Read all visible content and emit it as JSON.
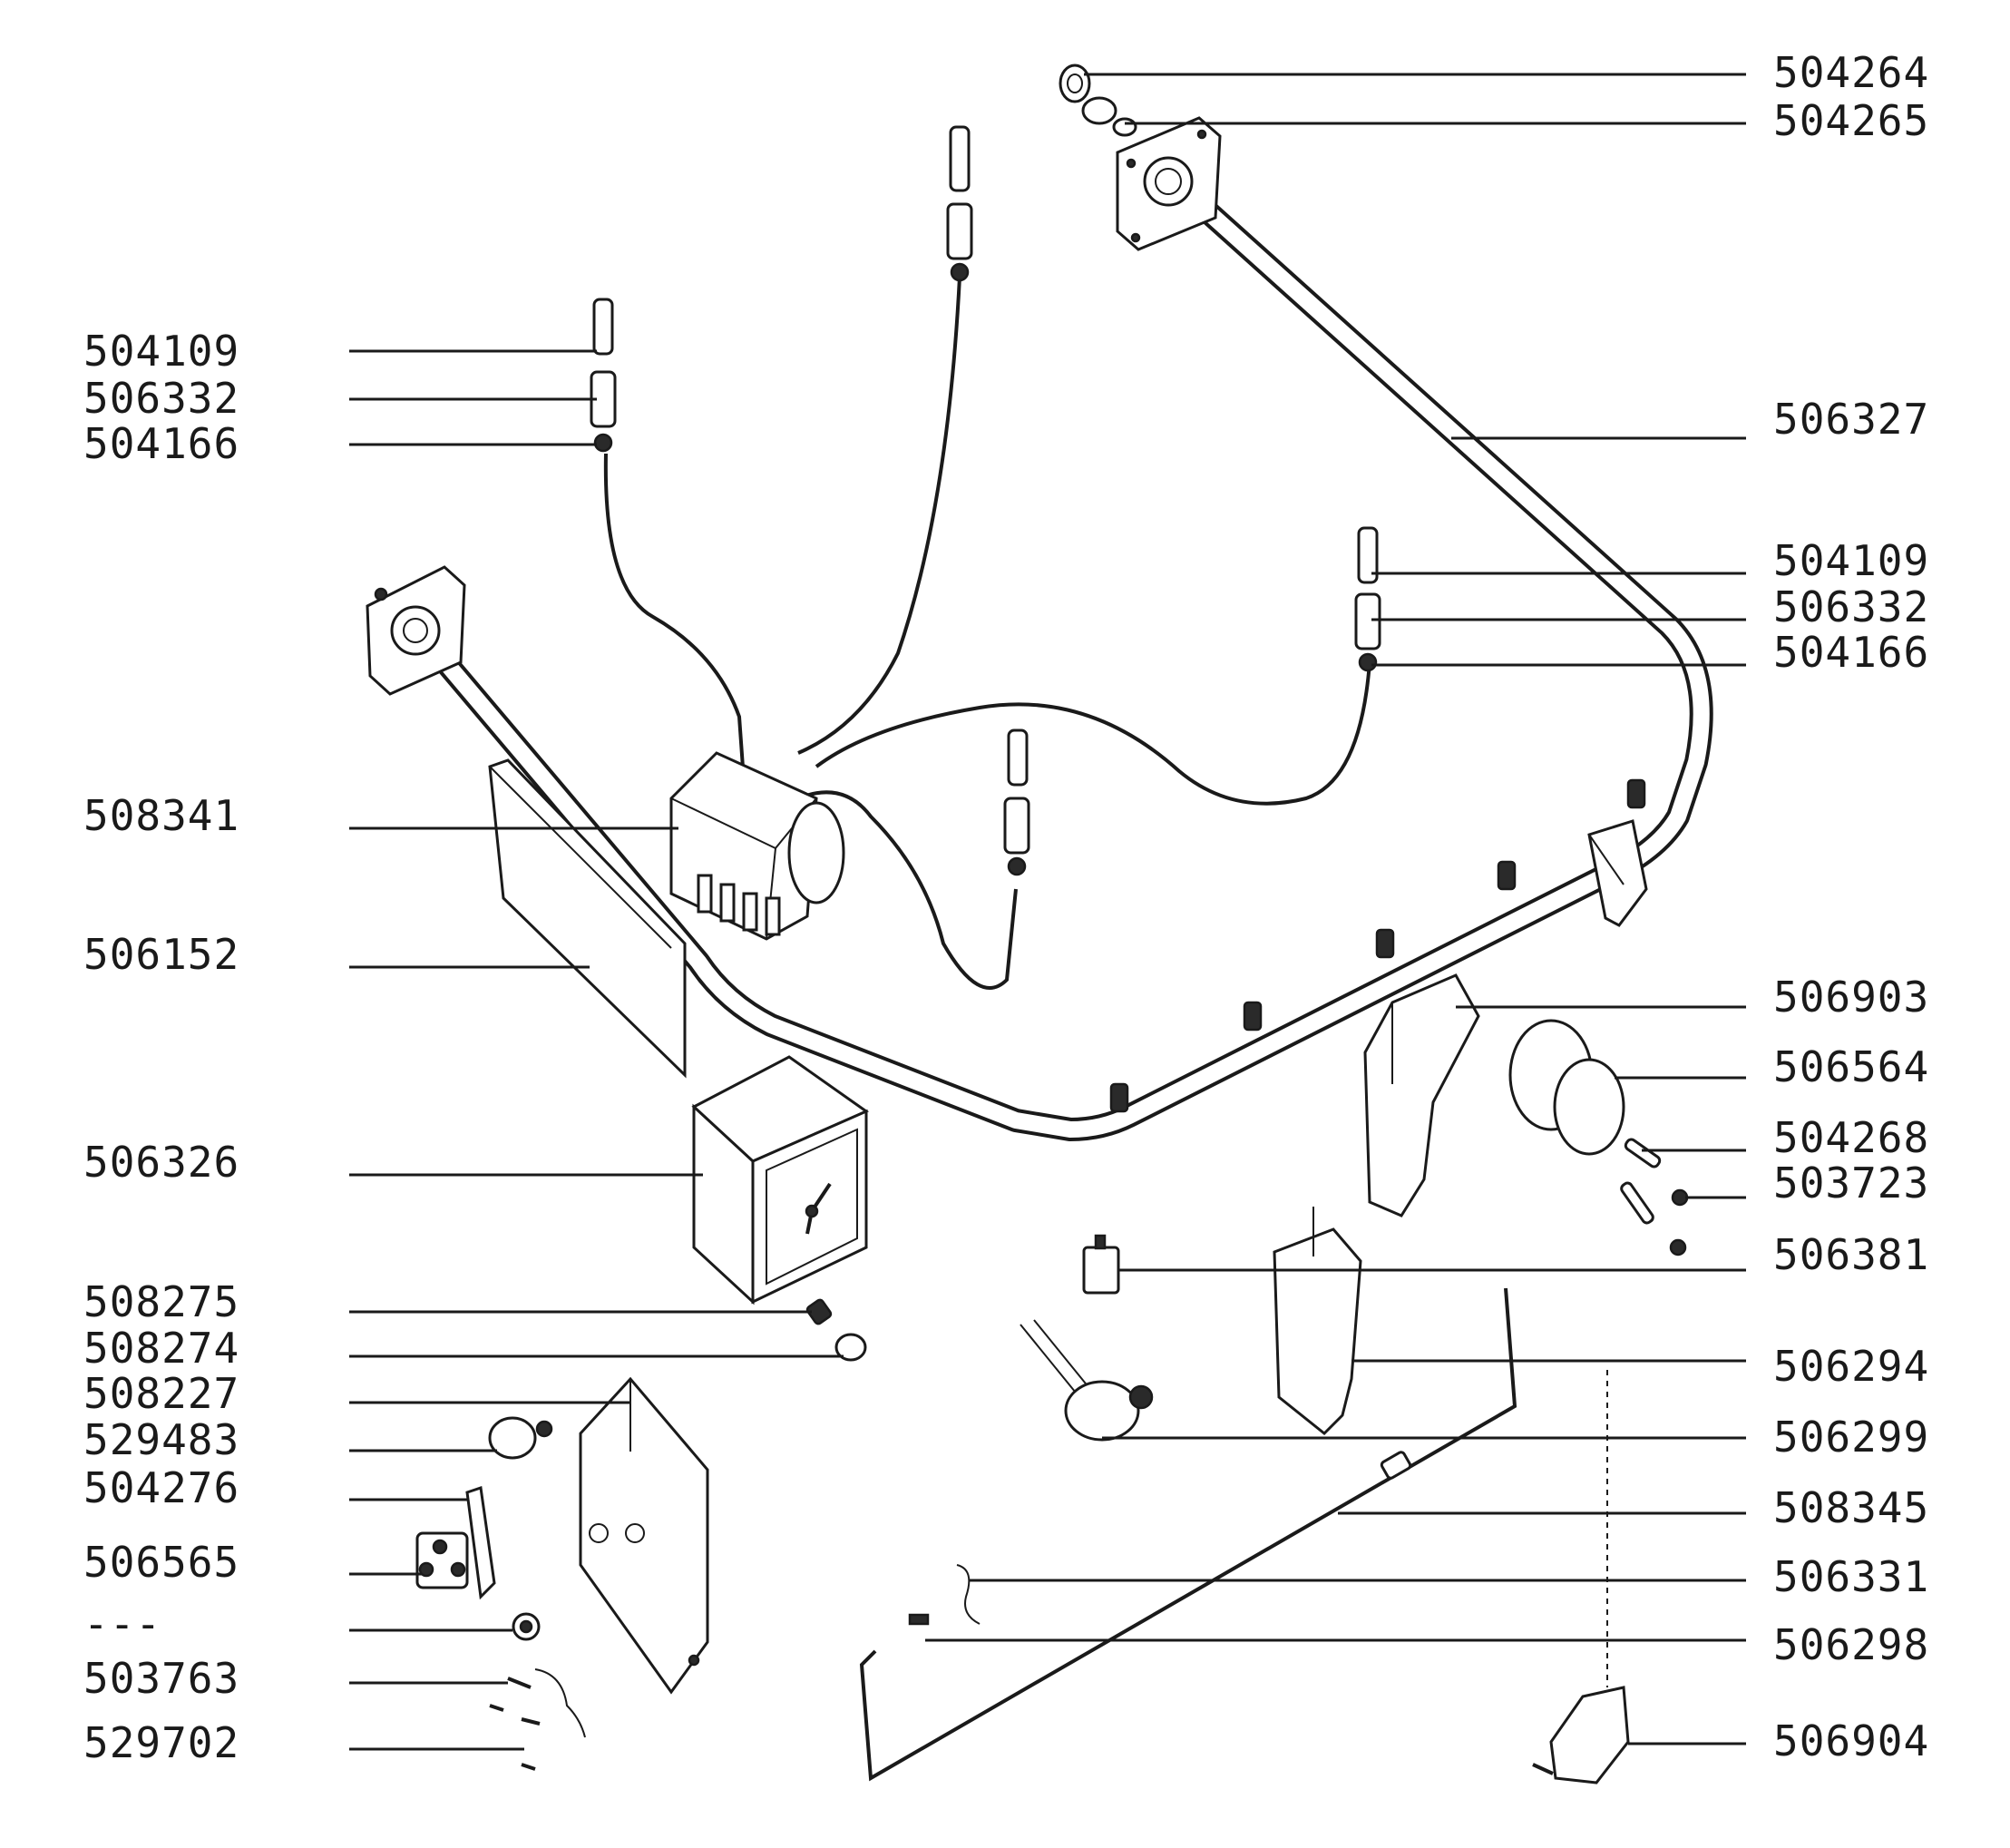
{
  "diagram": {
    "left_labels": {
      "l01": "504109",
      "l02": "506332",
      "l03": "504166",
      "l04": "508341",
      "l05": "506152",
      "l06": "506326",
      "l07": "508275",
      "l08": "508274",
      "l09": "508227",
      "l10": "529483",
      "l11": "504276",
      "l12": "506565",
      "l13": "---",
      "l14": "503763",
      "l15": "529702"
    },
    "right_labels": {
      "r01": "504264",
      "r02": "504265",
      "r03": "506327",
      "r04": "504109",
      "r05": "506332",
      "r06": "504166",
      "r07": "506903",
      "r08": "506564",
      "r09": "504268",
      "r10": "503723",
      "r11": "506381",
      "r12": "506294",
      "r13": "506299",
      "r14": "508345",
      "r15": "506331",
      "r16": "506298",
      "r17": "506904"
    }
  }
}
